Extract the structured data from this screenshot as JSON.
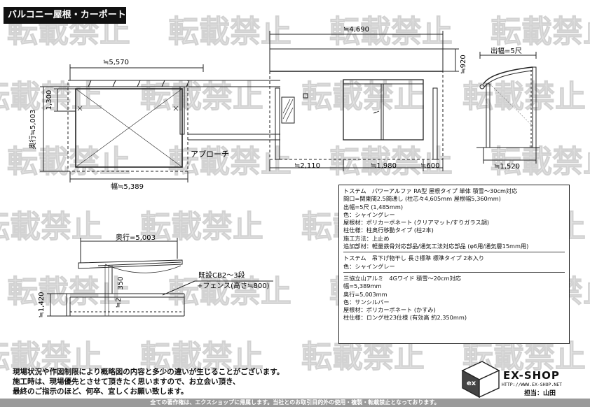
{
  "title": "バルコニー屋根・カーポート",
  "watermark": "転載禁止",
  "plan": {
    "width_top": "≒5,570",
    "depth": "奥行≒5,003",
    "dim_1300": "1,300",
    "width_bottom": "幅≒5,389",
    "approach": "アプローチ"
  },
  "elevation": {
    "total_width": "≒4,690",
    "height_920": "≒920",
    "dim_2110": "≒2,110",
    "dim_1980": "≒1,980",
    "dim_600": "≒600"
  },
  "side": {
    "projection": "出幅=5尺",
    "dim_1520": "≒1,520"
  },
  "section": {
    "depth": "奥行=5,003",
    "dim_350": "350",
    "dim_2": "≒2",
    "dim_1420": "≒1,420",
    "wall_note_1": "既設CB2～3段",
    "wall_note_2": "+フェンス(高さ≒800)"
  },
  "spec": {
    "block1": [
      "トステム　パワーアルファ RA型 屋根タイプ 単体 積雪～30cm対応",
      "間口=関東間2.5間通し (柱芯々4,605mm 屋根幅5,360mm)",
      "出幅=5尺 (1,485mm)",
      "色：シャイングレー",
      "屋根材：ポリカーボネート (クリアマット/すりガラス調)",
      "柱仕様：柱奥行移動タイプ (柱2本)",
      "施工方法：上止め",
      "追加部材：軽量鉄骨対応部品/通気工法対応部品 (φ6用/通気層15mm用)"
    ],
    "block2": [
      "トステム　吊下げ物干し 長さ標準 標準タイプ 2本入り",
      "色：シャイングレー"
    ],
    "block3": [
      "三協立山アルミ　4Gワイド 積雪～20cm対応",
      "幅=5,389mm",
      "奥行=5,003mm",
      "色：サンシルバー",
      "屋根材：ポリカーボネート (かすみ)",
      "柱仕様：ロング柱23仕様 (有効高 約2,350mm)"
    ]
  },
  "notes": [
    "現場状況や作図制限により概略図の内容と多少の違いが生じることがございます。",
    "施工時は、現場優先とさせて頂きたく思いますので、お立会い頂き、",
    "最終のご指示のほど、何卒、宜しくお願い致します。"
  ],
  "footer": "全ての著作権は、エクスショップに帰属します。当社とのお取引目的外の使用・複製・転載禁止となっております。",
  "logo": {
    "name": "EX-SHOP",
    "url": "HTTP://WWW.EX-SHOP.NET"
  },
  "staff": "担当：山田"
}
